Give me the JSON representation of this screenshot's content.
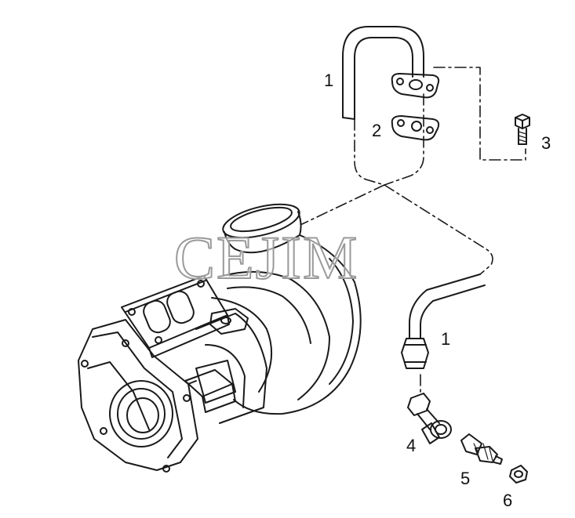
{
  "diagram": {
    "watermark": "CEJIM",
    "callouts": [
      {
        "id": "oil-pipe-upper",
        "label": "1"
      },
      {
        "id": "gasket",
        "label": "2"
      },
      {
        "id": "bolt",
        "label": "3"
      },
      {
        "id": "oil-pipe-lower",
        "label": "1"
      },
      {
        "id": "elbow-fitting",
        "label": "4"
      },
      {
        "id": "adapter",
        "label": "5"
      },
      {
        "id": "washer",
        "label": "6"
      }
    ],
    "colors": {
      "line": "#1a1a1a",
      "background": "#ffffff",
      "watermark": "#9a9a9a"
    }
  }
}
